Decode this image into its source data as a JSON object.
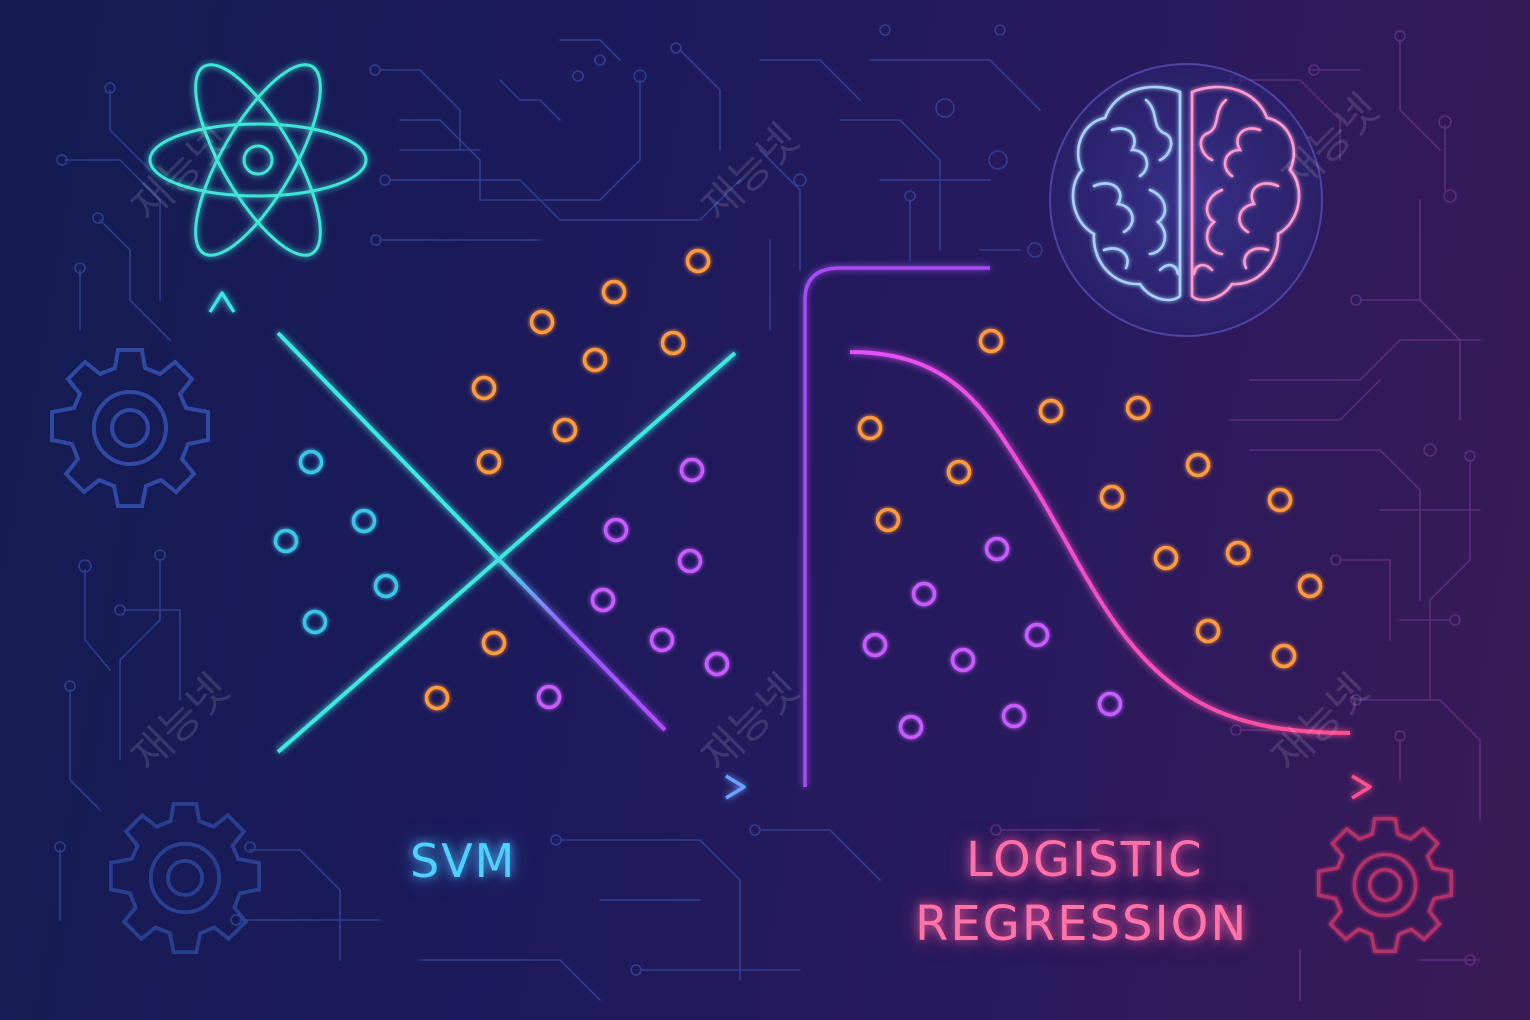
{
  "labels": {
    "svm": "SVM",
    "logistic_line1": "LOGISTIC",
    "logistic_line2": "REGRESSION"
  },
  "watermark": "재능넷",
  "icons": [
    "atom-icon",
    "brain-icon",
    "gear-icon",
    "gear-icon",
    "gear-icon"
  ],
  "colors": {
    "svm_accent": "#35e0e6",
    "logistic_accent": "#ff4fa0",
    "orange_point": "#ff9a3c",
    "purple_point": "#c85cff",
    "cyan_point": "#3ac8e8"
  }
}
